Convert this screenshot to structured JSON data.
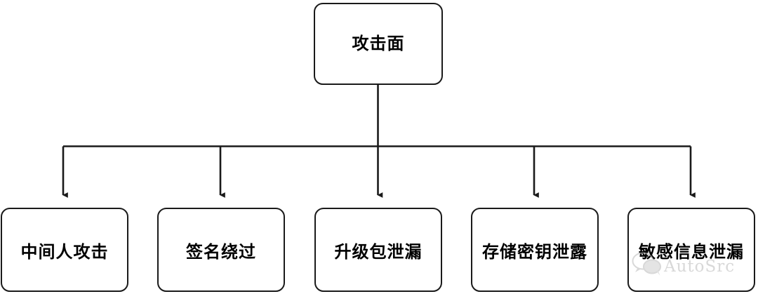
{
  "diagram": {
    "type": "tree",
    "orientation": "top-down",
    "root": {
      "label": "攻击面"
    },
    "children": [
      {
        "label": "中间人攻击"
      },
      {
        "label": "签名绕过"
      },
      {
        "label": "升级包泄漏"
      },
      {
        "label": "存储密钥泄露"
      },
      {
        "label": "敏感信息泄漏"
      }
    ],
    "colors": {
      "stroke": "#1a1a1a",
      "fill": "#ffffff",
      "text": "#000000",
      "watermark": "#b9b9b9"
    }
  },
  "watermark": {
    "text": "AutoSrc",
    "icon": "wechat-logo-icon"
  }
}
